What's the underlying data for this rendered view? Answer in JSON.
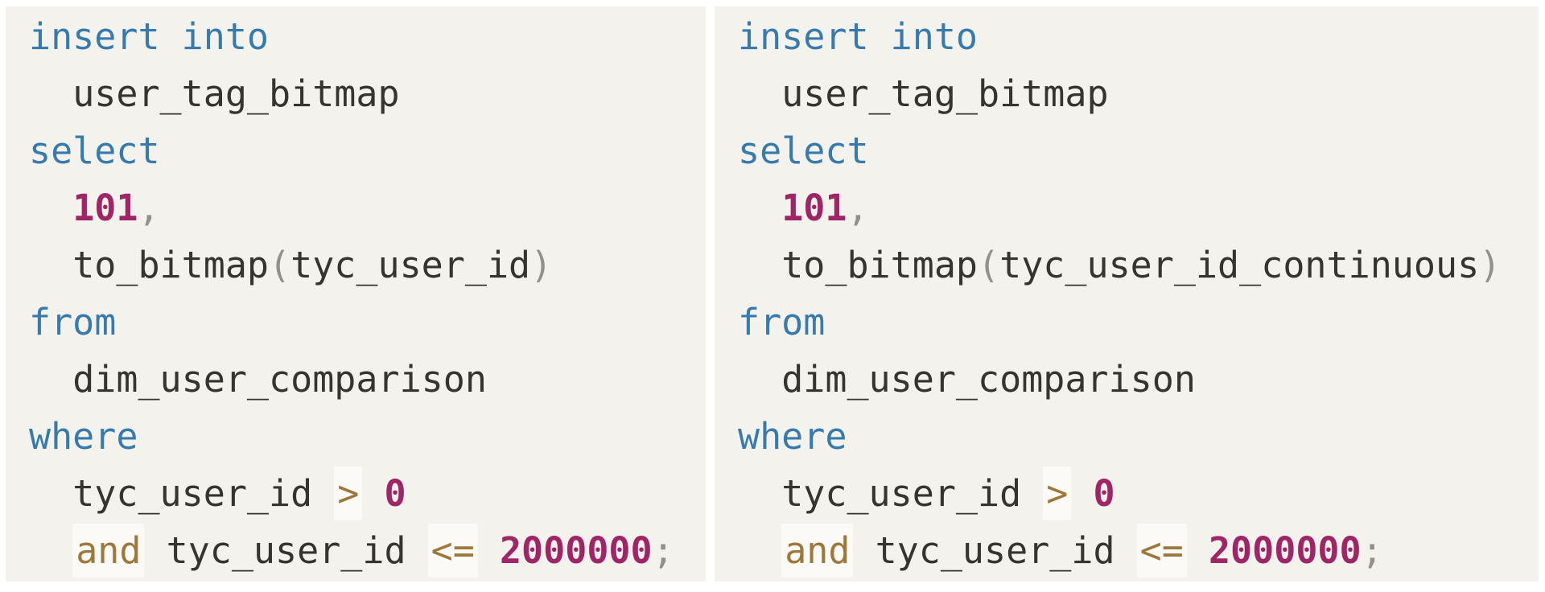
{
  "page": {
    "background": "#ffffff"
  },
  "colors": {
    "panel_bg": "#f4f2ed",
    "keyword": "#377bae",
    "identifier": "#36342f",
    "number": "#a02566",
    "operator": "#9d783a",
    "operator_bg": "#fbfaf6",
    "punctuation": "#92908b"
  },
  "panels": [
    {
      "name": "sql-snippet-left",
      "lines": [
        [
          {
            "t": "kw",
            "v": "insert into"
          }
        ],
        [
          {
            "t": "ws",
            "v": "  "
          },
          {
            "t": "id",
            "v": "user_tag_bitmap"
          }
        ],
        [
          {
            "t": "kw",
            "v": "select"
          }
        ],
        [
          {
            "t": "ws",
            "v": "  "
          },
          {
            "t": "num",
            "v": "101"
          },
          {
            "t": "pun",
            "v": ","
          }
        ],
        [
          {
            "t": "ws",
            "v": "  "
          },
          {
            "t": "id",
            "v": "to_bitmap"
          },
          {
            "t": "pun",
            "v": "("
          },
          {
            "t": "id",
            "v": "tyc_user_id"
          },
          {
            "t": "pun",
            "v": ")"
          }
        ],
        [
          {
            "t": "kw",
            "v": "from"
          }
        ],
        [
          {
            "t": "ws",
            "v": "  "
          },
          {
            "t": "id",
            "v": "dim_user_comparison"
          }
        ],
        [
          {
            "t": "kw",
            "v": "where"
          }
        ],
        [
          {
            "t": "ws",
            "v": "  "
          },
          {
            "t": "id",
            "v": "tyc_user_id"
          },
          {
            "t": "ws",
            "v": " "
          },
          {
            "t": "op",
            "v": ">"
          },
          {
            "t": "ws",
            "v": " "
          },
          {
            "t": "num",
            "v": "0"
          }
        ],
        [
          {
            "t": "ws",
            "v": "  "
          },
          {
            "t": "op",
            "v": "and"
          },
          {
            "t": "ws",
            "v": " "
          },
          {
            "t": "id",
            "v": "tyc_user_id"
          },
          {
            "t": "ws",
            "v": " "
          },
          {
            "t": "op",
            "v": "<="
          },
          {
            "t": "ws",
            "v": " "
          },
          {
            "t": "num",
            "v": "2000000"
          },
          {
            "t": "pun",
            "v": ";"
          }
        ]
      ]
    },
    {
      "name": "sql-snippet-right",
      "lines": [
        [
          {
            "t": "kw",
            "v": "insert into"
          }
        ],
        [
          {
            "t": "ws",
            "v": "  "
          },
          {
            "t": "id",
            "v": "user_tag_bitmap"
          }
        ],
        [
          {
            "t": "kw",
            "v": "select"
          }
        ],
        [
          {
            "t": "ws",
            "v": "  "
          },
          {
            "t": "num",
            "v": "101"
          },
          {
            "t": "pun",
            "v": ","
          }
        ],
        [
          {
            "t": "ws",
            "v": "  "
          },
          {
            "t": "id",
            "v": "to_bitmap"
          },
          {
            "t": "pun",
            "v": "("
          },
          {
            "t": "id",
            "v": "tyc_user_id_continuous"
          },
          {
            "t": "pun",
            "v": ")"
          }
        ],
        [
          {
            "t": "kw",
            "v": "from"
          }
        ],
        [
          {
            "t": "ws",
            "v": "  "
          },
          {
            "t": "id",
            "v": "dim_user_comparison"
          }
        ],
        [
          {
            "t": "kw",
            "v": "where"
          }
        ],
        [
          {
            "t": "ws",
            "v": "  "
          },
          {
            "t": "id",
            "v": "tyc_user_id"
          },
          {
            "t": "ws",
            "v": " "
          },
          {
            "t": "op",
            "v": ">"
          },
          {
            "t": "ws",
            "v": " "
          },
          {
            "t": "num",
            "v": "0"
          }
        ],
        [
          {
            "t": "ws",
            "v": "  "
          },
          {
            "t": "op",
            "v": "and"
          },
          {
            "t": "ws",
            "v": " "
          },
          {
            "t": "id",
            "v": "tyc_user_id"
          },
          {
            "t": "ws",
            "v": " "
          },
          {
            "t": "op",
            "v": "<="
          },
          {
            "t": "ws",
            "v": " "
          },
          {
            "t": "num",
            "v": "2000000"
          },
          {
            "t": "pun",
            "v": ";"
          }
        ]
      ]
    }
  ]
}
